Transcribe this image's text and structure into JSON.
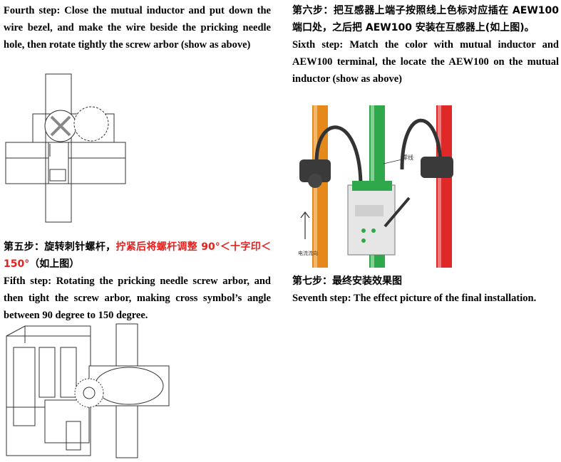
{
  "step4": {
    "en": "Fourth step: Close the mutual inductor and put down the wire bezel, and make the wire beside the pricking needle hole, then rotate tightly the screw arbor (show as above)"
  },
  "step5": {
    "zh_a": "第五步：旋转刺针螺杆，",
    "zh_red": "拧紧后将螺杆调整 90°＜十字印＜150°",
    "zh_b": "（如上图）",
    "en": "Fifth step: Rotating the pricking needle screw arbor, and then tight the screw arbor, making cross symbol’s angle between 90 degree to 150 degree."
  },
  "step6": {
    "zh": "第六步：把互感器上端子按照线上色标对应插在 AEW100 端口处，之后把 AEW100 安装在互感器上(如上图)。",
    "en": "Sixth step: Match the color with mutual inductor and AEW100 terminal, the locate the AEW100 on the mutual inductor (show as above)"
  },
  "step7": {
    "zh": "第七步：最终安装效果图",
    "en": "Seventh step: The effect picture of the final installation."
  },
  "photo": {
    "neutral_label": "零线",
    "current_direction_label": "电流流向"
  },
  "colors": {
    "orange_wire": "#e58a1a",
    "green_wire": "#2ea84a",
    "red_wire": "#e02828",
    "highlight_red": "#e8201d"
  }
}
